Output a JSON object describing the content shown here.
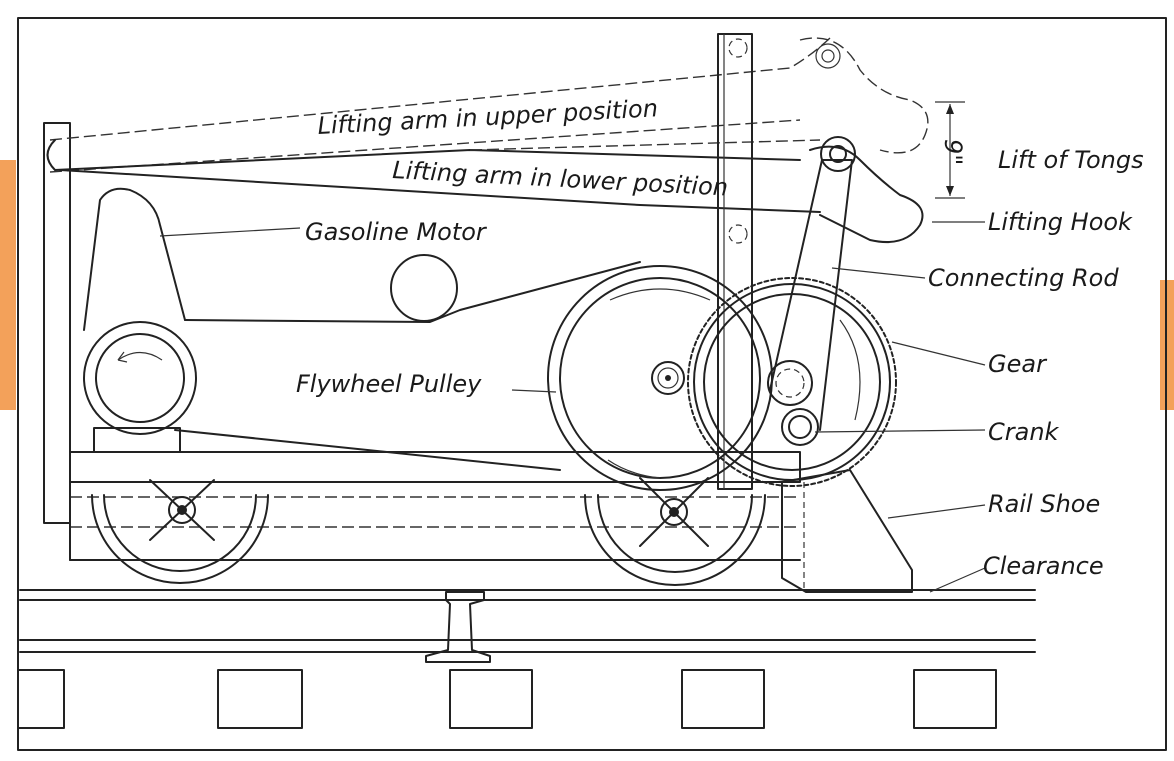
{
  "labels": {
    "upper_position": "Lifting arm in upper position",
    "lower_position": "Lifting arm in lower position",
    "lift_dimension": "9\"",
    "lift_of_tongs": "Lift of Tongs",
    "lifting_hook": "Lifting Hook",
    "gasoline_motor": "Gasoline Motor",
    "connecting_rod": "Connecting Rod",
    "flywheel_pulley": "Flywheel Pulley",
    "gear": "Gear",
    "crank": "Crank",
    "rail_shoe": "Rail Shoe",
    "clearance": "Clearance"
  },
  "colors": {
    "ink": "#222222",
    "paper": "#ffffff",
    "page_edge_accent": "#f3a15a"
  }
}
